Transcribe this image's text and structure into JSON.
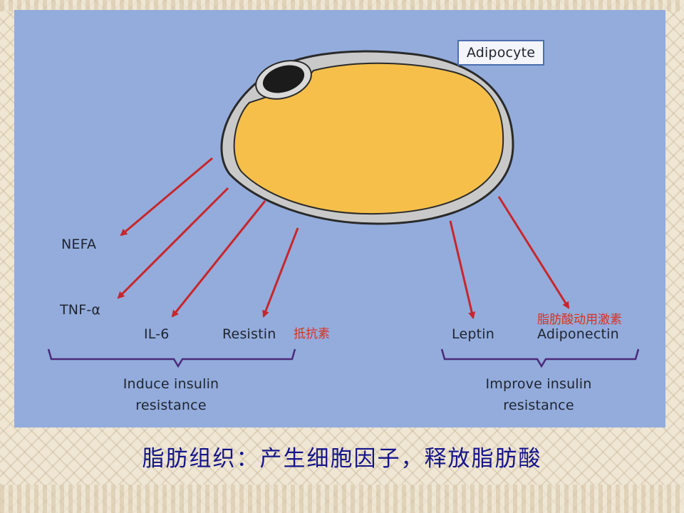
{
  "diagram": {
    "cell_label": "Adipocyte",
    "outputs": {
      "nefa": "NEFA",
      "tnf": "TNF-α",
      "il6": "IL-6",
      "resistin": "Resistin",
      "leptin": "Leptin",
      "adiponectin": "Adiponectin"
    },
    "annotations_cn": {
      "resistin": "抵抗素",
      "adiponectin": "脂肪酸动用激素"
    },
    "groups": {
      "left": "Induce insulin resistance",
      "right": "Improve insulin resistance"
    },
    "colors": {
      "background": "#93acdc",
      "cytoplasm": "#f5bf4a",
      "membrane": "#c9c9c9",
      "nucleus": "#1b1b1b",
      "arrow": "#c8262a",
      "bracket": "#4b2a7a"
    }
  },
  "caption": "脂肪组织：产生细胞因子，释放脂肪酸"
}
